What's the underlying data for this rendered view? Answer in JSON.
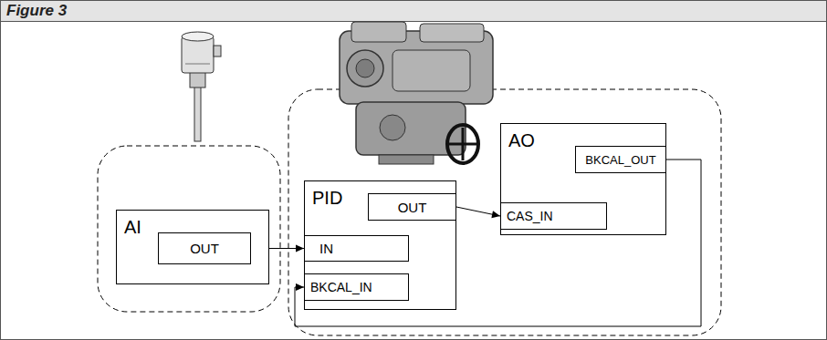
{
  "diagram": {
    "title": "Figure 3",
    "nodes": [
      {
        "text": [
          "AI"
        ]
      },
      {
        "text": [
          "OUT"
        ],
        "in": 0
      },
      {
        "text": [
          "PID"
        ]
      },
      {
        "text": [
          "OUT"
        ],
        "in": 2
      },
      {
        "text": [
          "IN"
        ],
        "in": 2
      },
      {
        "text": [
          "BKCAL_IN"
        ],
        "in": 2
      },
      {
        "text": [
          "AO"
        ]
      },
      {
        "text": [
          "BKCAL_OUT"
        ],
        "in": 6
      },
      {
        "text": [
          "CAS_IN"
        ],
        "in": 6
      }
    ],
    "edges": [
      {
        "from": 1,
        "to": 4,
        "arrow": "to"
      },
      {
        "from": 3,
        "to": 8,
        "arrow": "to"
      },
      {
        "from": 7,
        "to": 5,
        "arrow": "to"
      }
    ]
  }
}
